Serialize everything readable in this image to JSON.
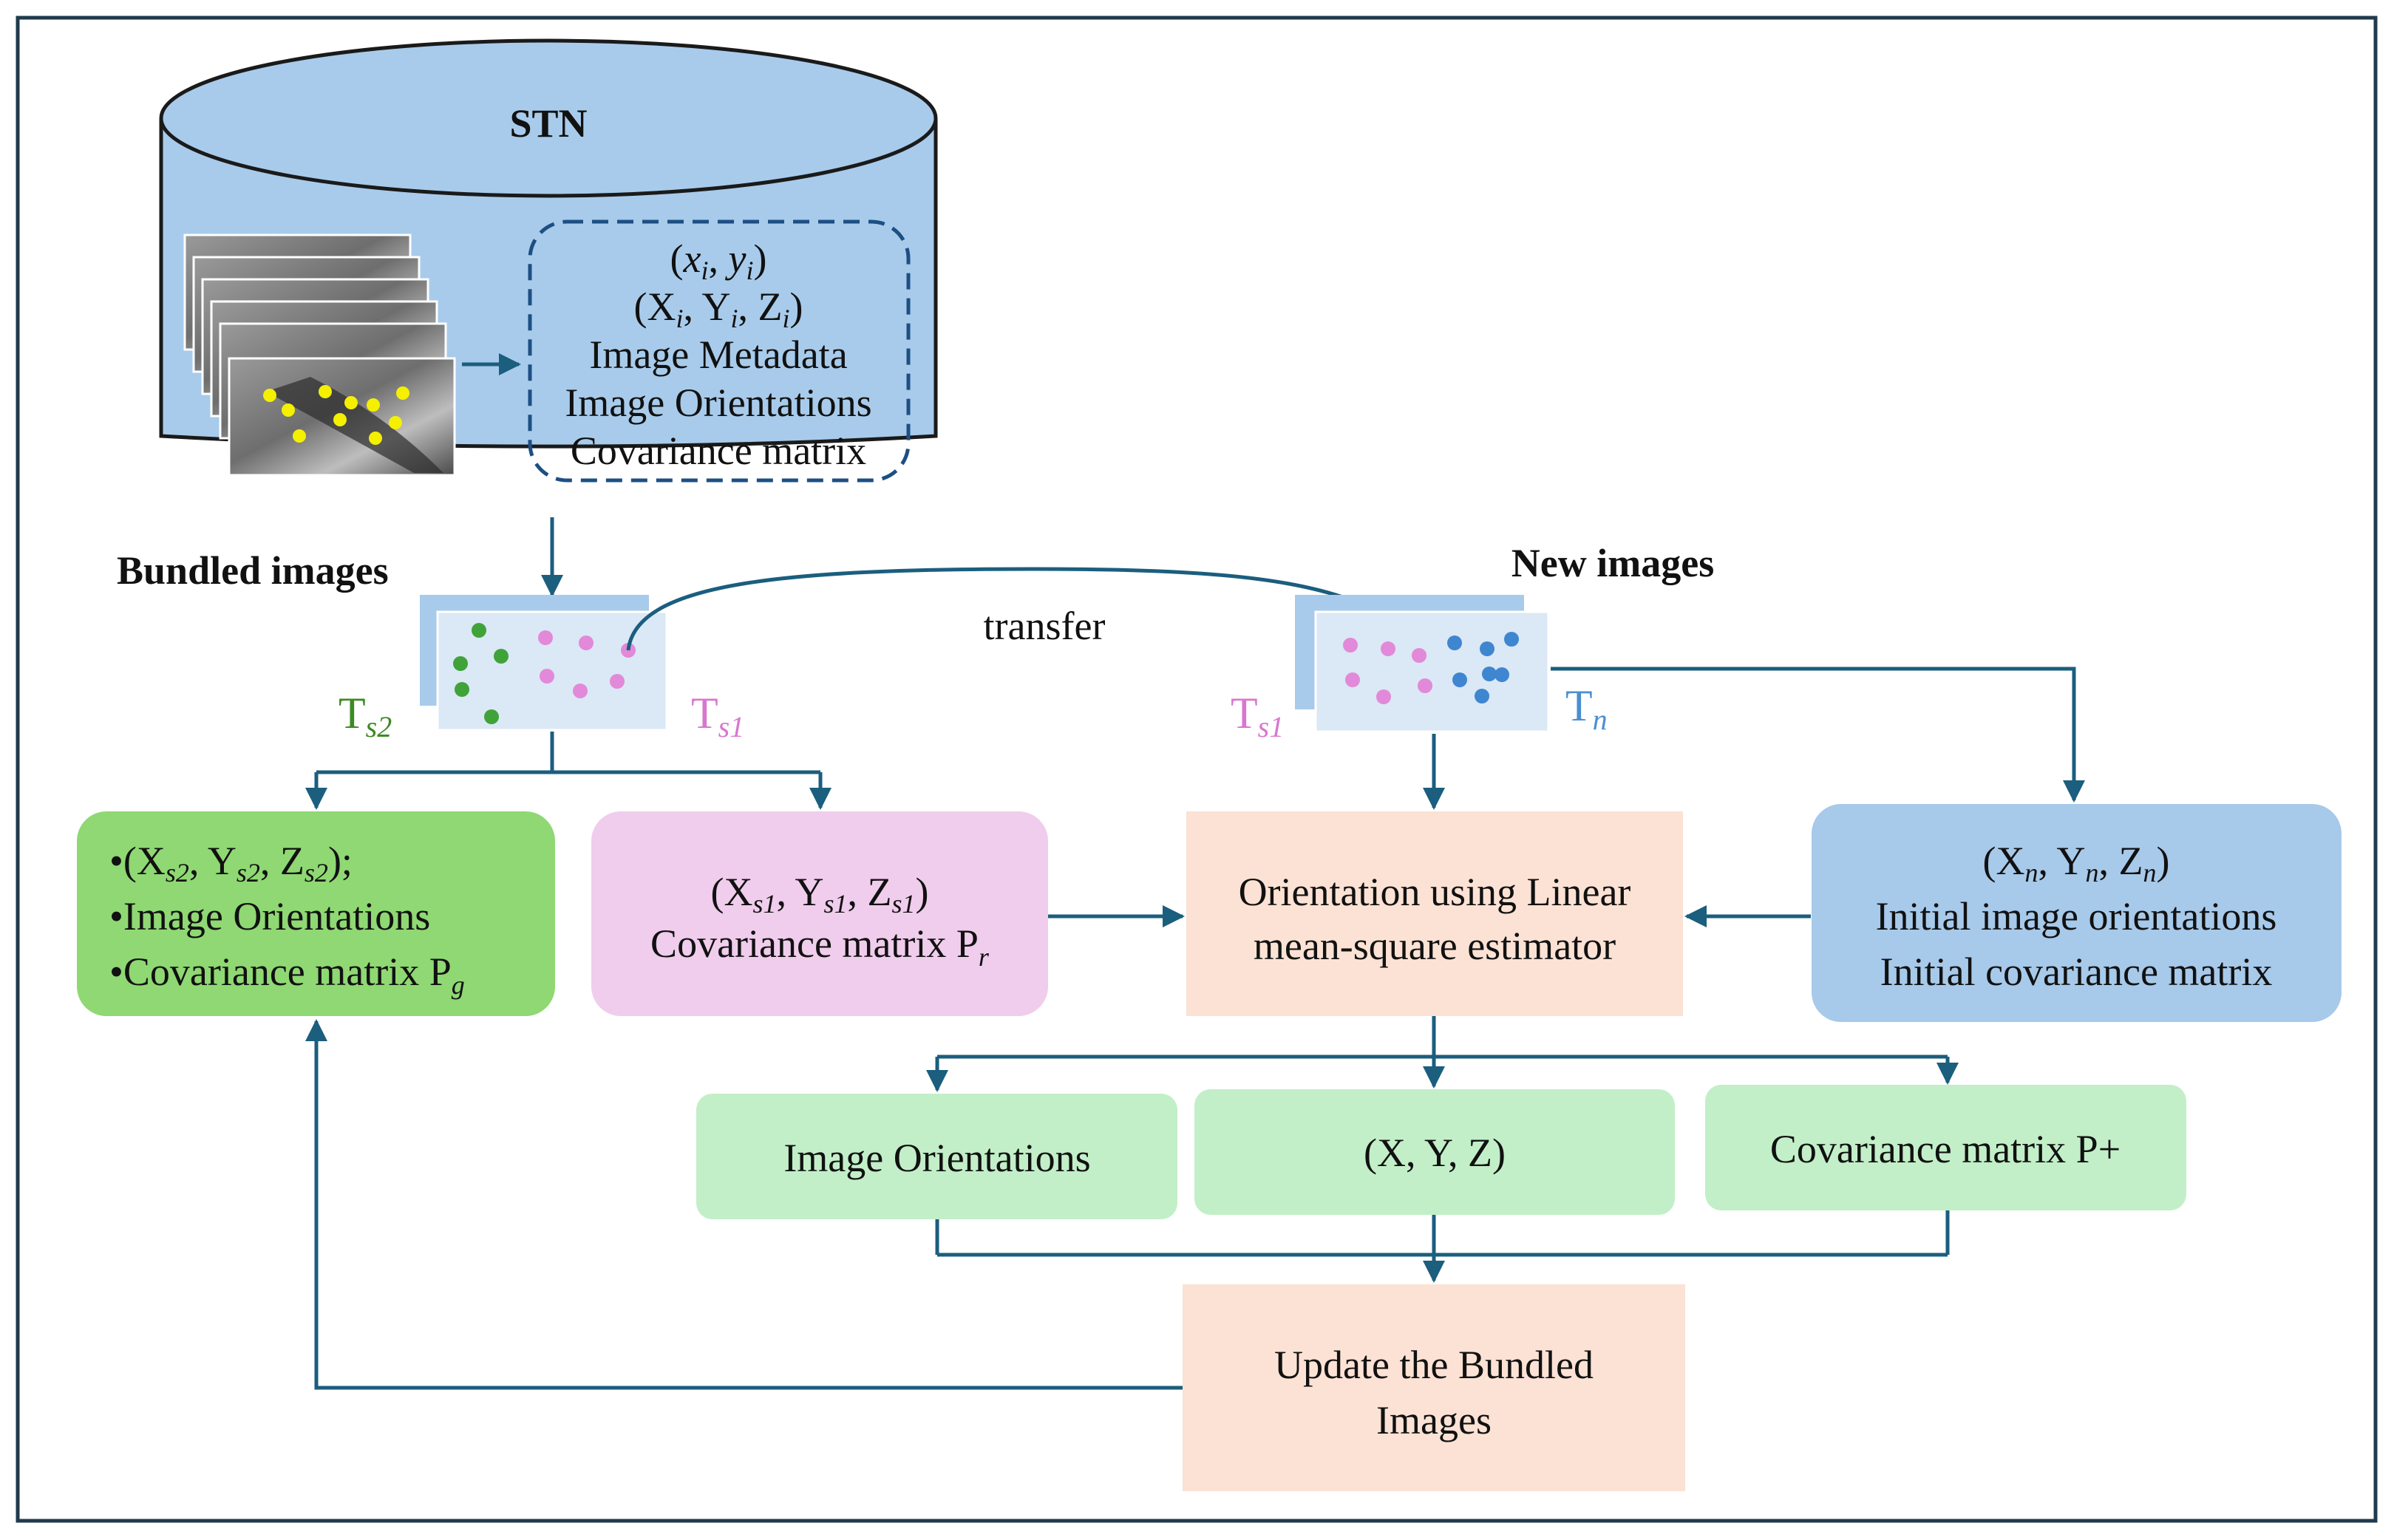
{
  "stn": {
    "title": "STN",
    "meta": {
      "line1": {
        "a": "(",
        "b": "x",
        "c": "i",
        "d": ", ",
        "e": "y",
        "f": "i",
        "g": ")"
      },
      "line2": {
        "a": "(X",
        "b": "i",
        "c": ", Y",
        "d": "i",
        "e": ", Z",
        "f": "i",
        "g": ")"
      },
      "line3": "Image Metadata",
      "line4": "Image Orientations",
      "line5": "Covariance matrix"
    }
  },
  "bundled": {
    "heading": "Bundled images",
    "ts2": {
      "base": "T",
      "sub": "s2"
    },
    "ts1": {
      "base": "T",
      "sub": "s1"
    }
  },
  "new_images": {
    "heading": "New images",
    "ts1": {
      "base": "T",
      "sub": "s1"
    },
    "tn": {
      "base": "T",
      "sub": "n"
    }
  },
  "transfer_label": "transfer",
  "green_box": {
    "line1": {
      "a": "•(X",
      "b": "s2",
      "c": ", Y",
      "d": "s2",
      "e": ", Z",
      "f": "s2",
      "g": ");"
    },
    "line2": "•Image Orientations",
    "line3": {
      "a": "•Covariance matrix P",
      "b": "g"
    }
  },
  "pink_box": {
    "line1": {
      "a": "(X",
      "b": "s1",
      "c": ", Y",
      "d": "s1",
      "e": ", Z",
      "f": "s1",
      "g": ")"
    },
    "line2": {
      "a": "Covariance matrix P",
      "b": "r"
    }
  },
  "estimator_box": {
    "line1": "Orientation using Linear",
    "line2": "mean-square estimator"
  },
  "blue_box": {
    "line1": {
      "a": "(X",
      "b": "n",
      "c": ", Y",
      "d": "n",
      "e": ", Z",
      "f": "n",
      "g": ")"
    },
    "line2": "Initial image orientations",
    "line3": "Initial covariance matrix"
  },
  "outputs": {
    "orientations": "Image Orientations",
    "xyz": "(X, Y, Z)",
    "covariance": "Covariance matrix P+"
  },
  "update_box": {
    "line1": "Update the Bundled",
    "line2": "Images"
  },
  "colors": {
    "frame": "#1f3b4d",
    "arrow": "#1b5e7e",
    "cylinder": "#a8cbeb",
    "green_box": "#8fd873",
    "pink_box": "#f0cdec",
    "peach_box": "#fbe2d4",
    "blue_box": "#a7c9ea",
    "light_green": "#c2efc8",
    "ts2_text": "#3c8a25",
    "ts1_text": "#d877cf",
    "tn_text": "#4b8fd1",
    "green_dot": "#3fa33a",
    "pink_dot": "#e289d9",
    "blue_dot": "#3f86d1",
    "yellow_dot": "#f4f000"
  }
}
